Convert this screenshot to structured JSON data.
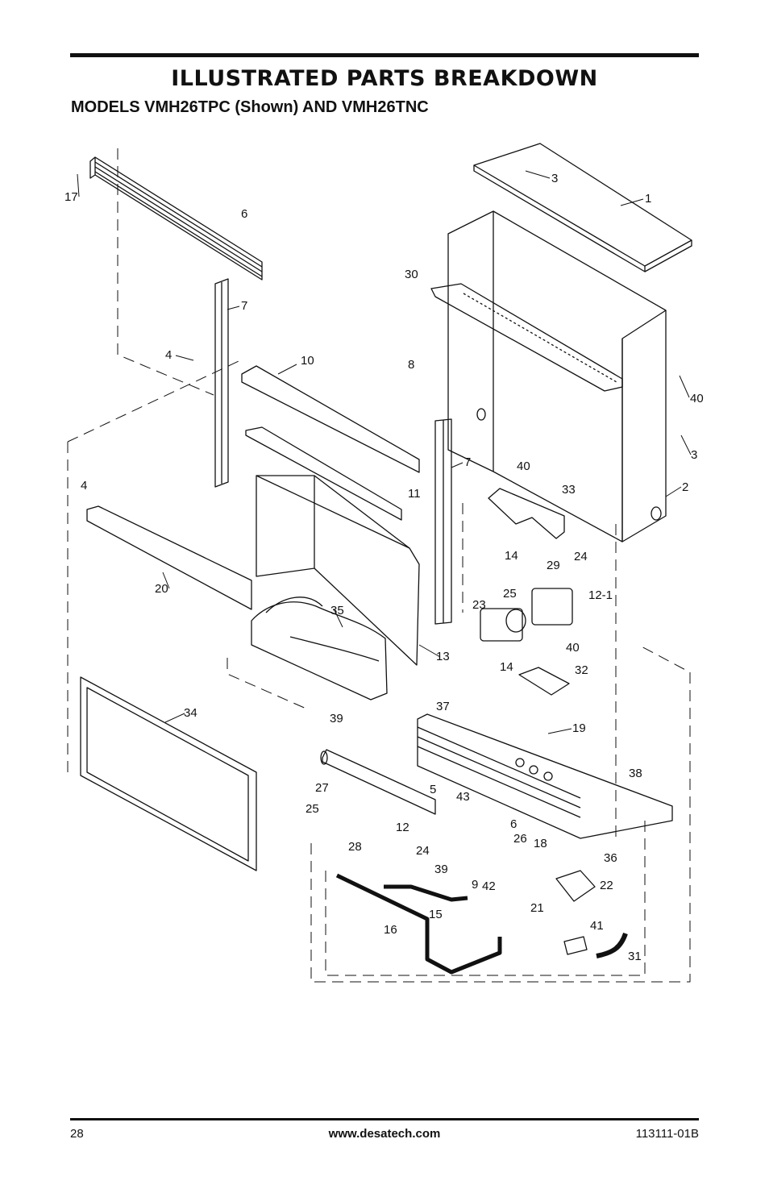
{
  "header": {
    "title": "ILLUSTRATED PARTS BREAKDOWN",
    "subtitle": "MODELS VMH26TPC (Shown) AND VMH26TNC"
  },
  "callouts": {
    "c1": "1",
    "c2": "2",
    "c3a": "3",
    "c3b": "3",
    "c4a": "4",
    "c4b": "4",
    "c5": "5",
    "c6a": "6",
    "c6b": "6",
    "c7a": "7",
    "c7b": "7",
    "c8": "8",
    "c9": "9",
    "c10": "10",
    "c11": "11",
    "c12": "12",
    "c12_1": "12-1",
    "c13": "13",
    "c14a": "14",
    "c14b": "14",
    "c15": "15",
    "c16": "16",
    "c17": "17",
    "c18": "18",
    "c19": "19",
    "c20": "20",
    "c21": "21",
    "c22": "22",
    "c23": "23",
    "c24a": "24",
    "c24b": "24",
    "c25a": "25",
    "c25b": "25",
    "c26": "26",
    "c27": "27",
    "c28": "28",
    "c29": "29",
    "c30": "30",
    "c31": "31",
    "c32": "32",
    "c33": "33",
    "c34": "34",
    "c35": "35",
    "c36": "36",
    "c37": "37",
    "c38": "38",
    "c39a": "39",
    "c39b": "39",
    "c40a": "40",
    "c40b": "40",
    "c40c": "40",
    "c41": "41",
    "c42": "42",
    "c43": "43"
  },
  "footer": {
    "page_number": "28",
    "website": "www.desatech.com",
    "doc_number": "113111-01B"
  }
}
